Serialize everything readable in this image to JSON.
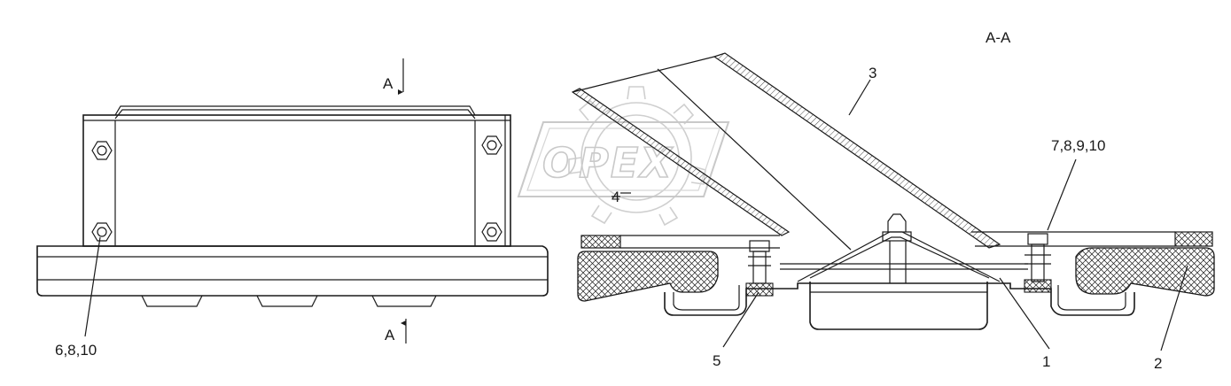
{
  "section_title": "A-A",
  "section_markers": {
    "top": "A",
    "bottom": "A"
  },
  "callouts": {
    "left_fasteners": "6,8,10",
    "item_1": "1",
    "item_2": "2",
    "item_3": "3",
    "item_4": "4",
    "item_5": "5",
    "right_fasteners": "7,8,9,10"
  },
  "watermark": {
    "text": "OPEX",
    "icon": "gear-logo-watermark"
  },
  "colors": {
    "line": "#1a1a1a",
    "watermark": "#c9c9c9",
    "background": "#ffffff"
  }
}
